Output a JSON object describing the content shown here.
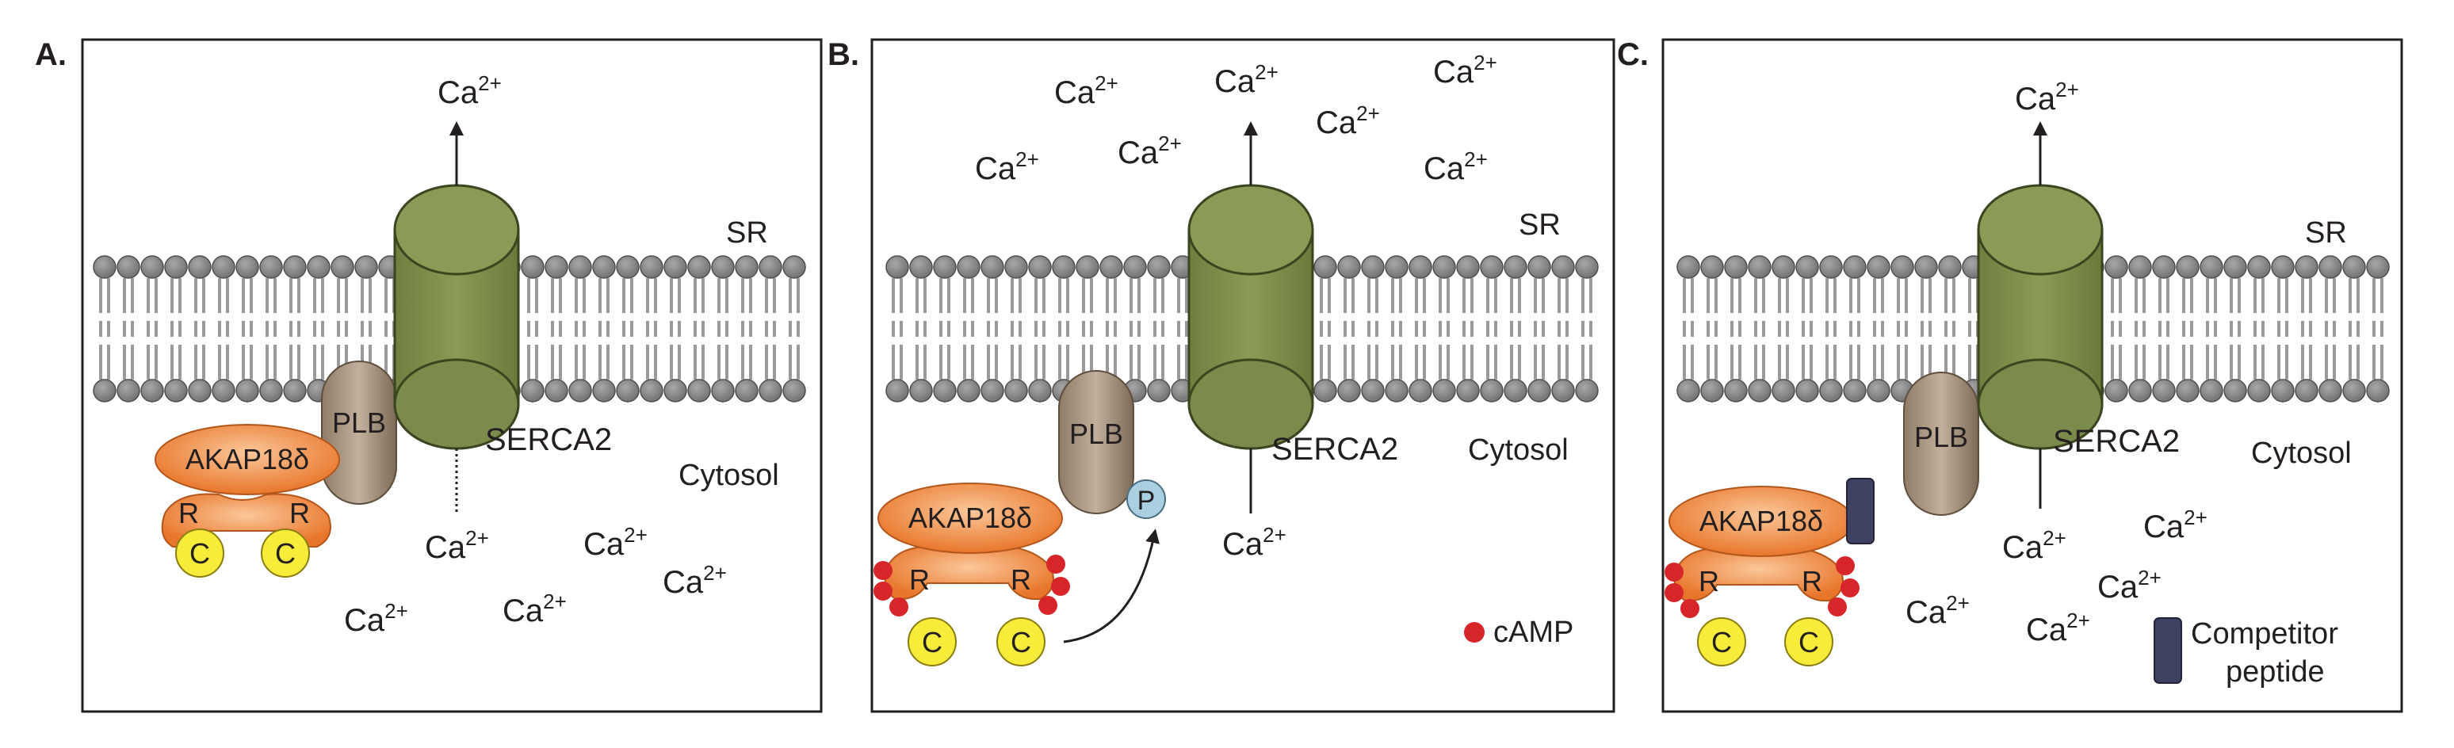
{
  "panels": [
    {
      "letter": "A.",
      "top_ion": {
        "base": "Ca",
        "sup": "2+"
      },
      "sr": "SR",
      "plb": "PLB",
      "serca": "SERCA2",
      "cytosol": "Cytosol",
      "akap": "AKAP18δ",
      "r": "R",
      "c": "C",
      "ions": [
        {
          "base": "Ca",
          "sup": "2+"
        },
        {
          "base": "Ca",
          "sup": "2+"
        },
        {
          "base": "Ca",
          "sup": "2+"
        },
        {
          "base": "Ca",
          "sup": "2+"
        },
        {
          "base": "Ca",
          "sup": "2+"
        }
      ]
    },
    {
      "letter": "B.",
      "top_ions": [
        {
          "base": "Ca",
          "sup": "2+"
        },
        {
          "base": "Ca",
          "sup": "2+"
        },
        {
          "base": "Ca",
          "sup": "2+"
        },
        {
          "base": "Ca",
          "sup": "2+"
        },
        {
          "base": "Ca",
          "sup": "2+"
        },
        {
          "base": "Ca",
          "sup": "2+"
        },
        {
          "base": "Ca",
          "sup": "2+"
        }
      ],
      "sr": "SR",
      "plb": "PLB",
      "phospho": "P",
      "serca": "SERCA2",
      "cytosol": "Cytosol",
      "akap": "AKAP18δ",
      "r": "R",
      "c": "C",
      "bottom_ion": {
        "base": "Ca",
        "sup": "2+"
      },
      "legend_camp": "cAMP"
    },
    {
      "letter": "C.",
      "top_ion": {
        "base": "Ca",
        "sup": "2+"
      },
      "sr": "SR",
      "plb": "PLB",
      "serca": "SERCA2",
      "cytosol": "Cytosol",
      "akap": "AKAP18δ",
      "r": "R",
      "c": "C",
      "ions": [
        {
          "base": "Ca",
          "sup": "2+"
        },
        {
          "base": "Ca",
          "sup": "2+"
        },
        {
          "base": "Ca",
          "sup": "2+"
        },
        {
          "base": "Ca",
          "sup": "2+"
        },
        {
          "base": "Ca",
          "sup": "2+"
        }
      ],
      "legend_peptide": [
        "Competitor",
        "peptide"
      ]
    }
  ],
  "colors": {
    "serca": "#7b8b4b",
    "lipid": "#8a8a8c",
    "plb": "#a3907c",
    "akap": "#ee8a3c",
    "c_subunit": "#f8ec3a",
    "camp": "#d6262a",
    "phospho": "#a9cfe0",
    "peptide": "#3f4160",
    "text": "#231f20"
  }
}
